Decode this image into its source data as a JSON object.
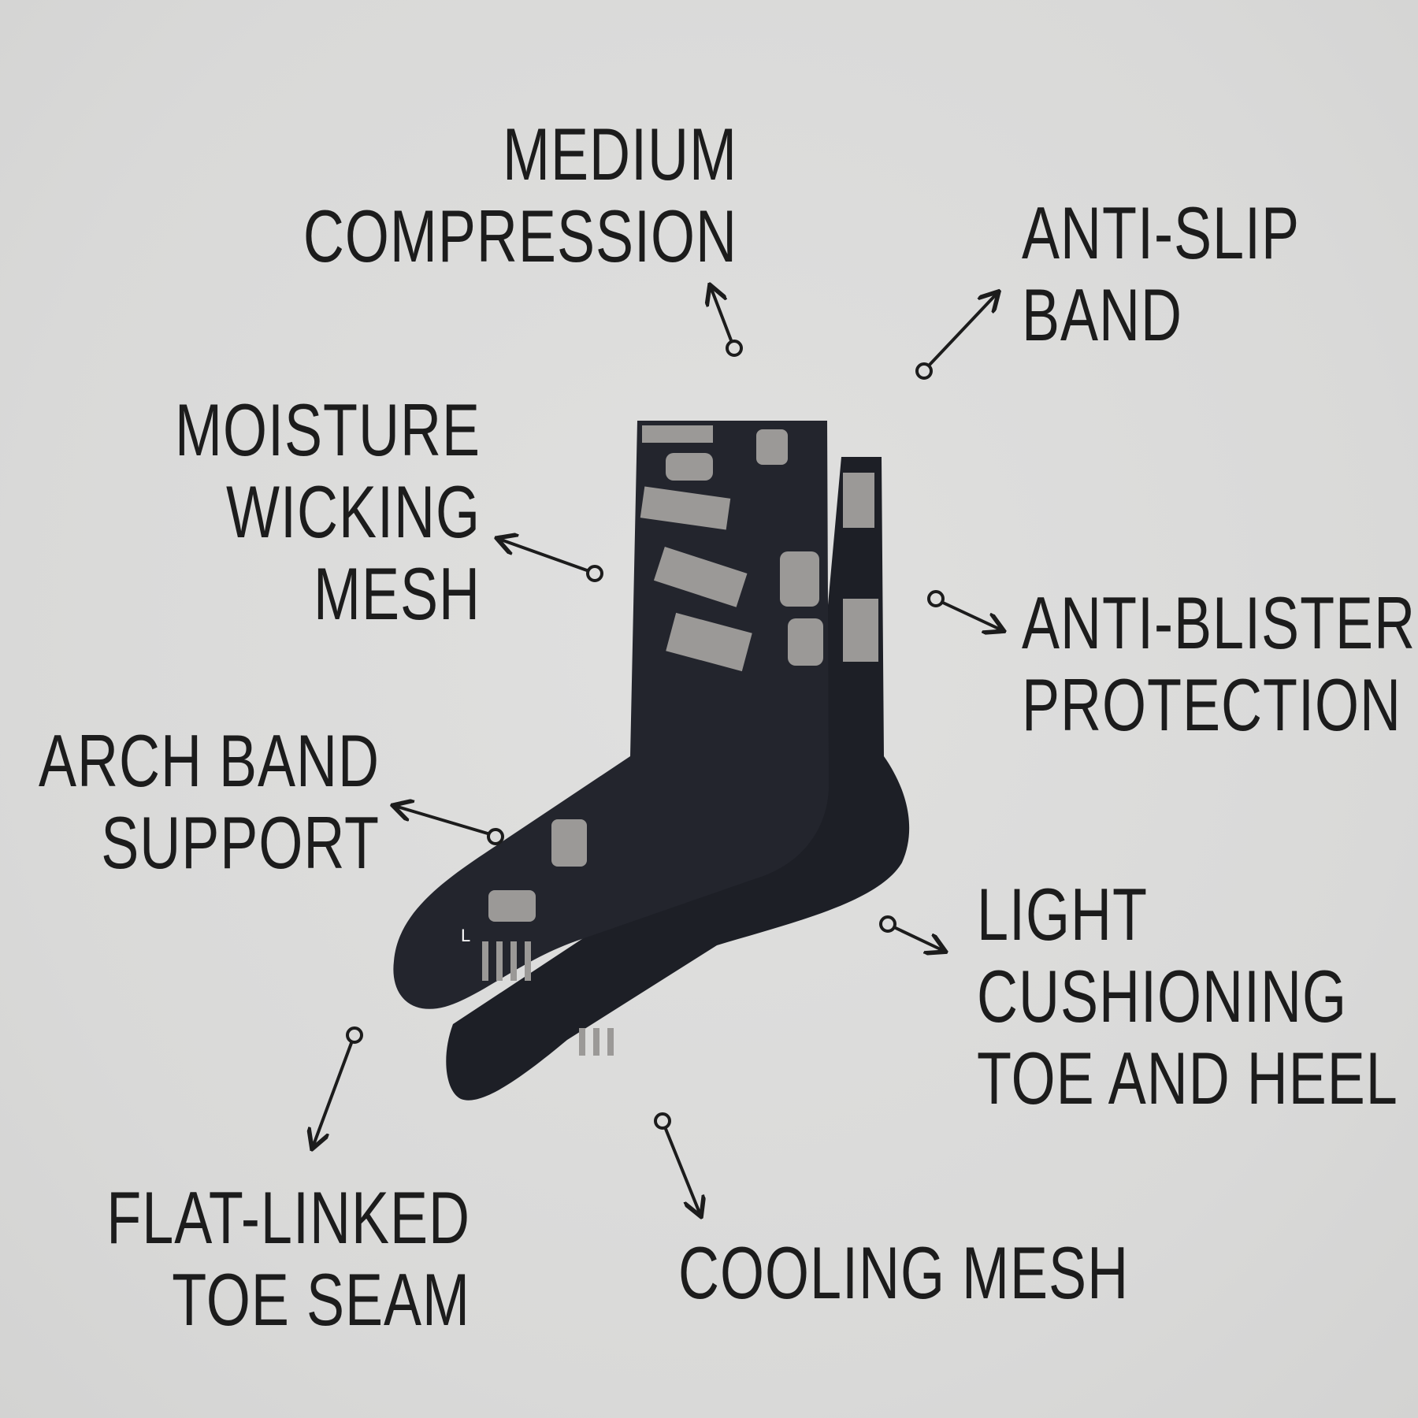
{
  "background_color": "#dadad9",
  "sock_color": "#1d1f26",
  "pattern_color": "#9b9997",
  "ink_color": "#1c1c1c",
  "size_mark": "L",
  "features": {
    "medium_compression": [
      "MEDIUM",
      "COMPRESSION"
    ],
    "anti_slip_band": [
      "ANTI-SLIP",
      "BAND"
    ],
    "moisture_wicking_mesh": [
      "MOISTURE",
      "WICKING",
      "MESH"
    ],
    "anti_blister_protection": [
      "ANTI-BLISTER",
      "PROTECTION"
    ],
    "arch_band_support": [
      "ARCH BAND",
      "SUPPORT"
    ],
    "light_cushioning": [
      "LIGHT",
      "CUSHIONING",
      "TOE AND HEEL"
    ],
    "flat_linked_toe_seam": [
      "FLAT-LINKED",
      "TOE SEAM"
    ],
    "cooling_mesh": [
      "COOLING MESH"
    ]
  }
}
